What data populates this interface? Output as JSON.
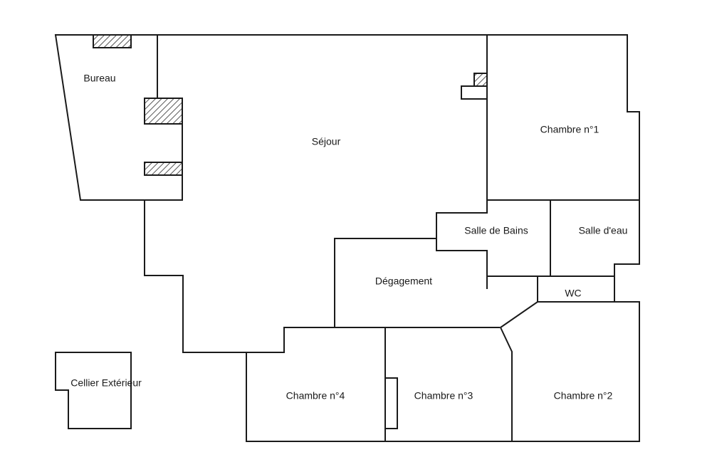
{
  "rooms": {
    "bureau": "Bureau",
    "sejour": "Séjour",
    "chambre1": "Chambre n°1",
    "salle_de_bains": "Salle de Bains",
    "salle_deau": "Salle d'eau",
    "degagement": "Dégagement",
    "wc": "WC",
    "chambre2": "Chambre n°2",
    "chambre3": "Chambre n°3",
    "chambre4": "Chambre n°4",
    "cellier": "Cellier Extérieur"
  },
  "colors": {
    "wall": "#1a1a1a",
    "background": "#ffffff",
    "hatch": "#555555"
  }
}
